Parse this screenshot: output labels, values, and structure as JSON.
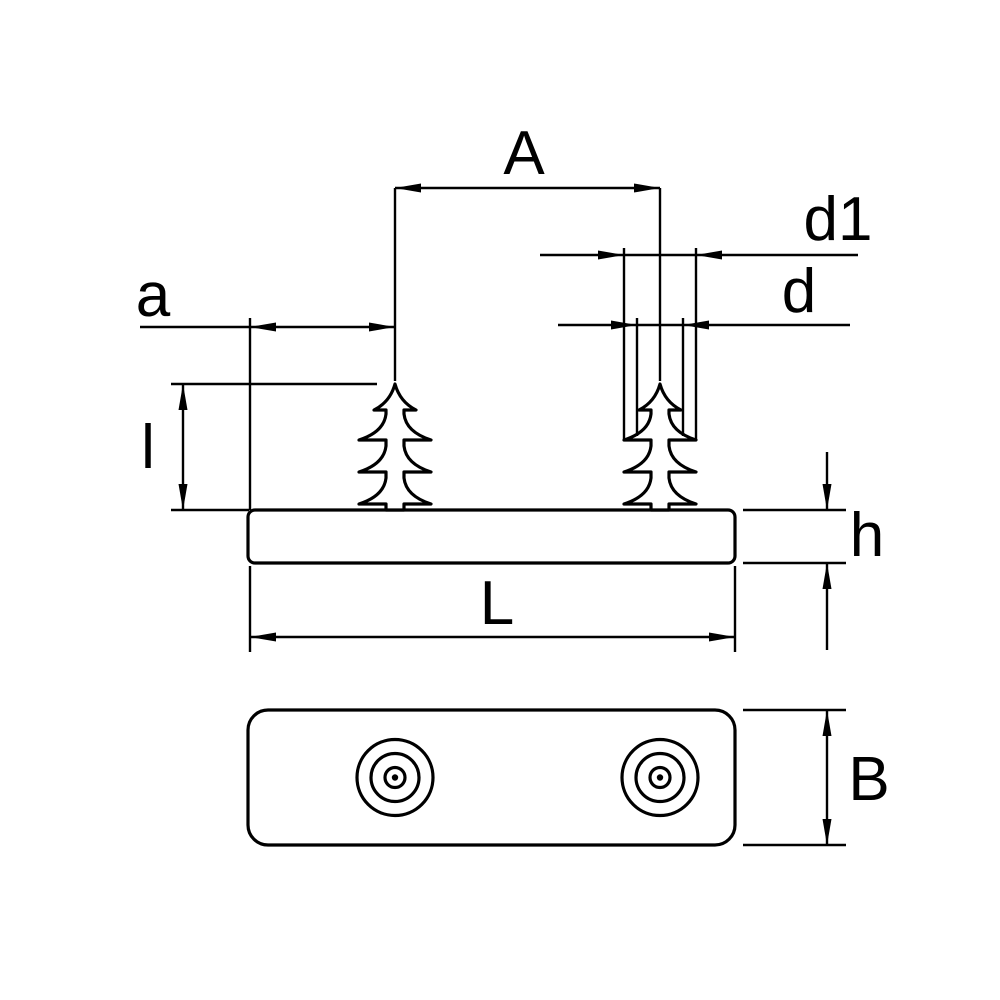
{
  "canvas": {
    "background": "#ffffff",
    "line_color": "#000000",
    "description": "Technical dimension drawing of a mounting plate with two fir-tree push-in fasteners, side elevation view and bottom plan view"
  },
  "labels": {
    "A": "A",
    "d1": "d1",
    "d": "d",
    "a": "a",
    "l": "l",
    "h": "h",
    "L": "L",
    "B": "B"
  }
}
